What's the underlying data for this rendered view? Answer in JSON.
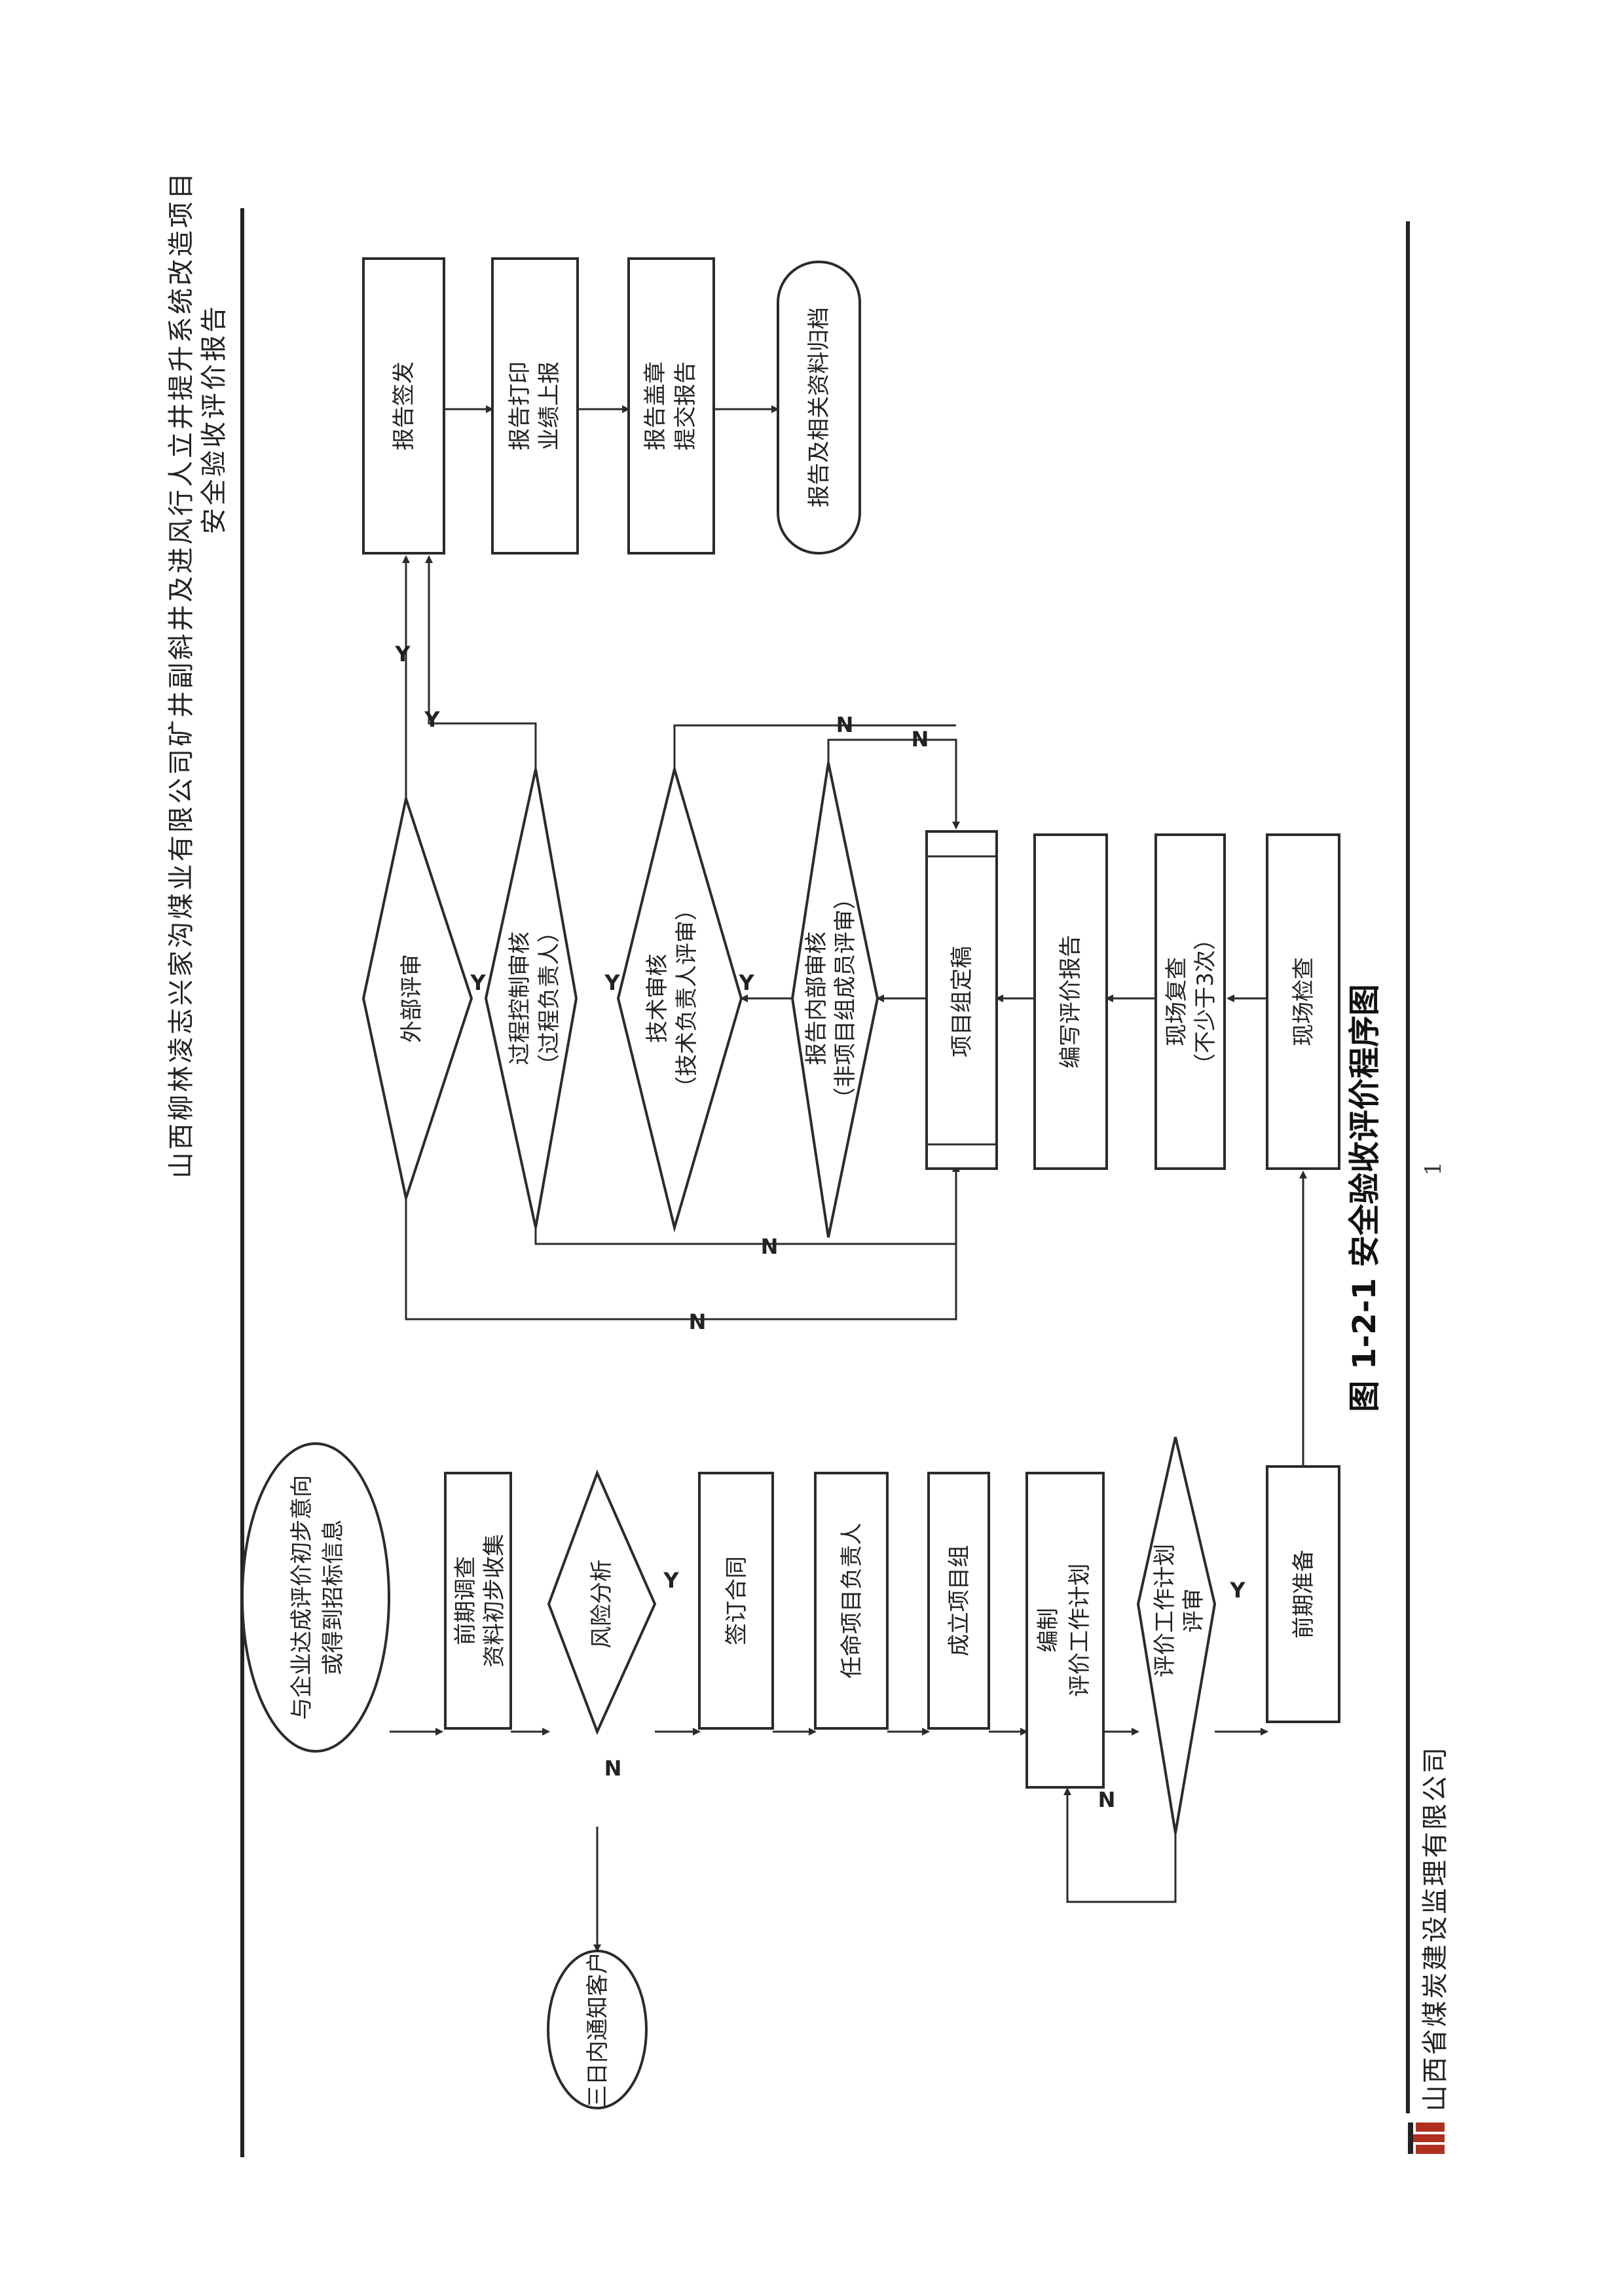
{
  "header": {
    "line1": "山西柳林凌志兴家沟煤业有限公司矿井副斜井及进风行人立井提升系统改造项目",
    "line2": "安全验收评价报告"
  },
  "footer": {
    "company": "山西省煤炭建设监理有限公司",
    "page_number": "1"
  },
  "caption": "图 1-2-1   安全验收评价程序图",
  "nodes": {
    "start_info": {
      "l1": "与企业达成评价初步意向",
      "l2": "或得到招标信息"
    },
    "collect": {
      "l1": "前期调查",
      "l2": "资料初步收集"
    },
    "risk": {
      "l1": "风险分析"
    },
    "notify": {
      "l1": "三日内通知客户"
    },
    "contract": {
      "l1": "签订合同"
    },
    "appoint": {
      "l1": "任命项目负责人"
    },
    "team": {
      "l1": "成立项目组"
    },
    "plan": {
      "l1": "编制",
      "l2": "评价工作计划"
    },
    "plan_review": {
      "l1": "评价工作计划",
      "l2": "评审"
    },
    "prep": {
      "l1": "前期准备"
    },
    "site_check": {
      "l1": "现场检查"
    },
    "site_recheck": {
      "l1": "现场复查",
      "l2": "（不少于3次）"
    },
    "write_report": {
      "l1": "编写评价报告"
    },
    "finalize": {
      "l1": "项目组定稿"
    },
    "internal_review": {
      "l1": "报告内部审核",
      "l2": "（非项目组成员评审）"
    },
    "tech_review": {
      "l1": "技术审核",
      "l2": "（技术负责人评审）"
    },
    "process_review": {
      "l1": "过程控制审核",
      "l2": "（过程负责人）"
    },
    "external_review": {
      "l1": "外部评审"
    },
    "issue": {
      "l1": "报告签发"
    },
    "print": {
      "l1": "报告打印",
      "l2": "业绩上报"
    },
    "stamp": {
      "l1": "报告盖章",
      "l2": "提交报告"
    },
    "archive": {
      "l1": "报告及相关资料归档"
    }
  },
  "edge_labels": {
    "risk_yes": "Y",
    "risk_no": "N",
    "plan_review_yes": "Y",
    "plan_review_no": "N",
    "internal_yes": "Y",
    "internal_no": "N",
    "tech_yes": "Y",
    "tech_no": "N",
    "process_yes": "Y",
    "process_no": "N",
    "external_yes": "Y",
    "external_no": "N"
  }
}
